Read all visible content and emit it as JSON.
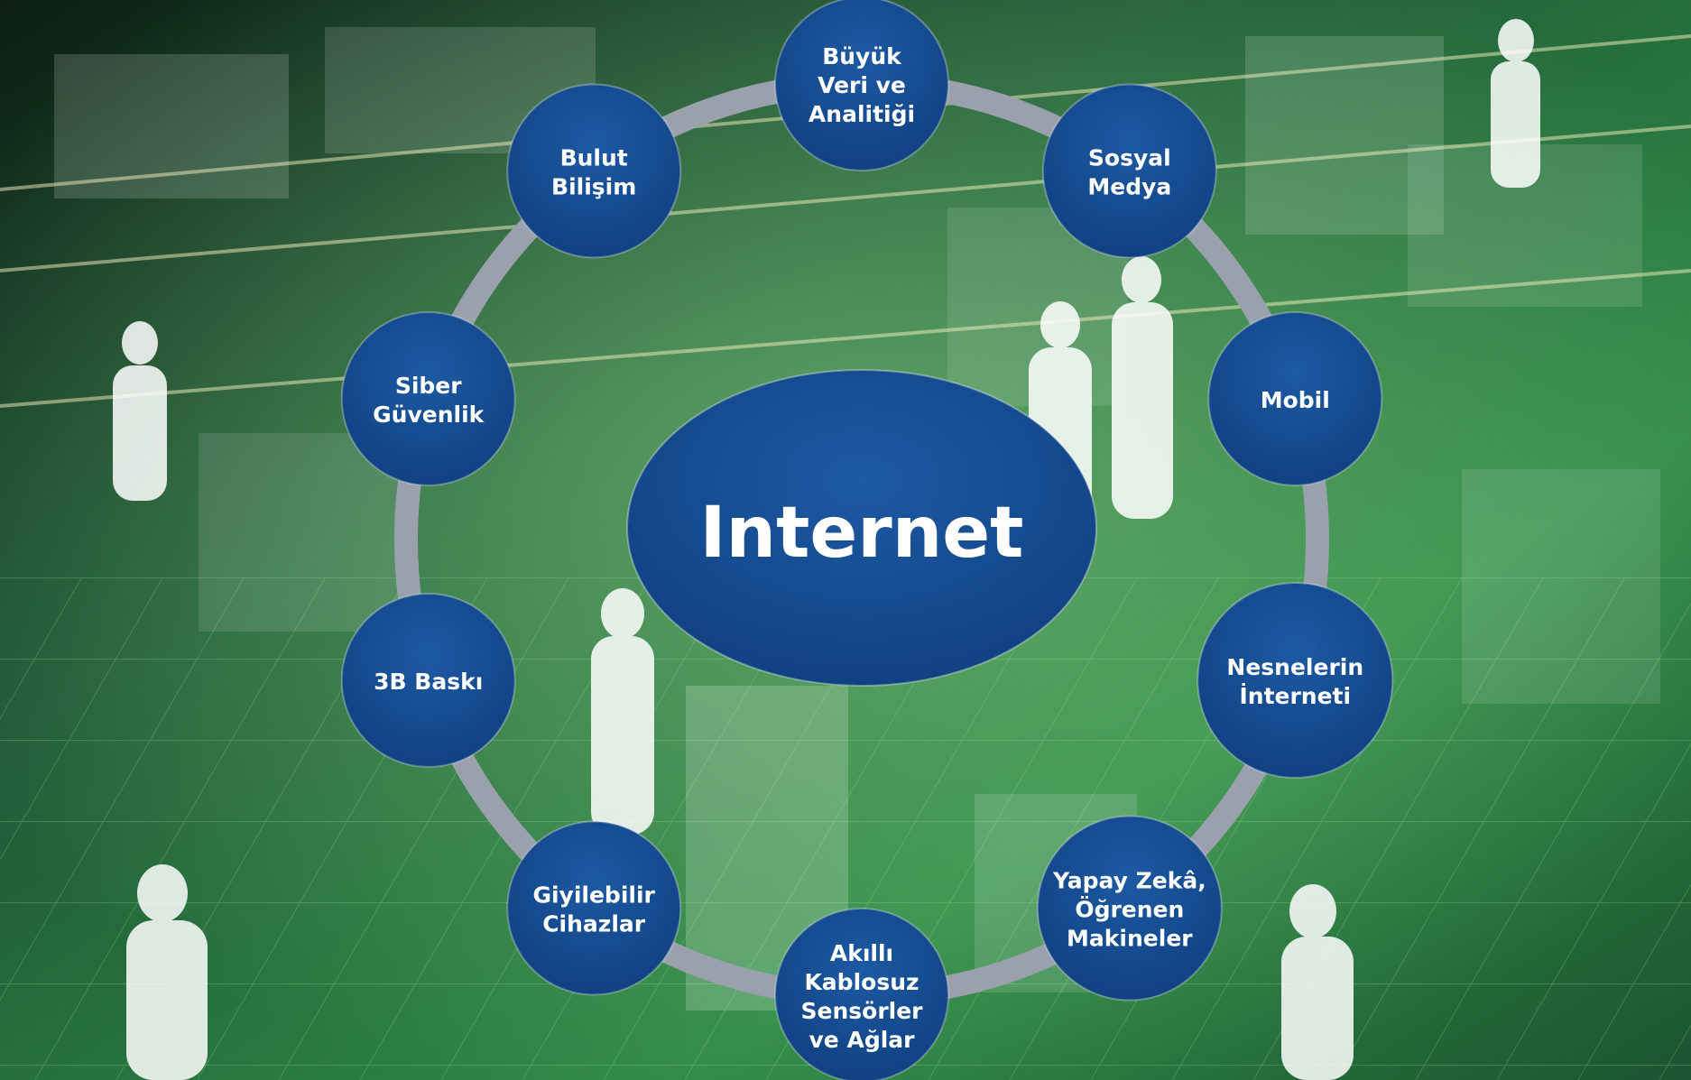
{
  "diagram": {
    "center": {
      "label": "Internet"
    },
    "nodes": [
      {
        "id": "buyuk-veri",
        "lines": [
          "Büyük",
          "Veri ve",
          "Analitiği"
        ]
      },
      {
        "id": "sosyal-medya",
        "lines": [
          "Sosyal",
          "Medya"
        ]
      },
      {
        "id": "mobil",
        "lines": [
          "Mobil"
        ]
      },
      {
        "id": "nesnelerin-interneti",
        "lines": [
          "Nesnelerin",
          "İnterneti"
        ]
      },
      {
        "id": "yapay-zeka",
        "lines": [
          "Yapay Zekâ,",
          "Öğrenen",
          "Makineler"
        ]
      },
      {
        "id": "akilli-kablosuz",
        "lines": [
          "Akıllı",
          "Kablosuz",
          "Sensörler",
          "ve Ağlar"
        ]
      },
      {
        "id": "giyilebilir",
        "lines": [
          "Giyilebilir",
          "Cihazlar"
        ]
      },
      {
        "id": "3b-baski",
        "lines": [
          "3B Baskı"
        ]
      },
      {
        "id": "siber-guvenlik",
        "lines": [
          "Siber",
          "Güvenlik"
        ]
      },
      {
        "id": "bulut-bilisim",
        "lines": [
          "Bulut",
          "Bilişim"
        ]
      }
    ]
  },
  "colors": {
    "node_fill": "#0f3f80",
    "node_fill_light": "#1d5aa3",
    "ring": "#9aa1ad",
    "text": "#ffffff",
    "background_dark": "#07261a",
    "background_green": "#2f8a46",
    "background_bright": "#8fd48a"
  }
}
